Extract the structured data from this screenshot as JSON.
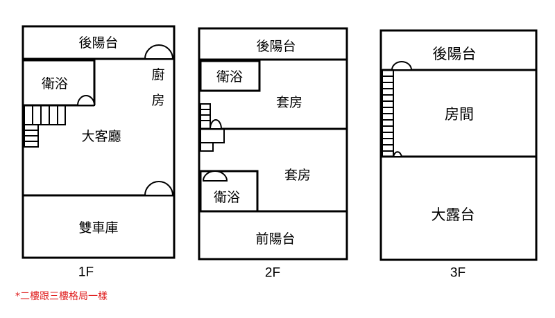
{
  "colors": {
    "line": "#000000",
    "note": "#e02020",
    "background": "#ffffff"
  },
  "floor1": {
    "label": "1F",
    "rear_balcony": "後陽台",
    "bathroom": "衛浴",
    "kitchen_1": "廚",
    "kitchen_2": "房",
    "living_room": "大客廳",
    "garage": "雙車庫"
  },
  "floor2": {
    "label": "2F",
    "rear_balcony": "後陽台",
    "bathroom_top": "衛浴",
    "suite_top": "套房",
    "suite_bottom": "套房",
    "bathroom_bottom": "衛浴",
    "front_balcony": "前陽台"
  },
  "floor3": {
    "label": "3F",
    "rear_balcony": "後陽台",
    "room": "房間",
    "terrace": "大露台"
  },
  "note": "*二樓跟三樓格局一樣"
}
